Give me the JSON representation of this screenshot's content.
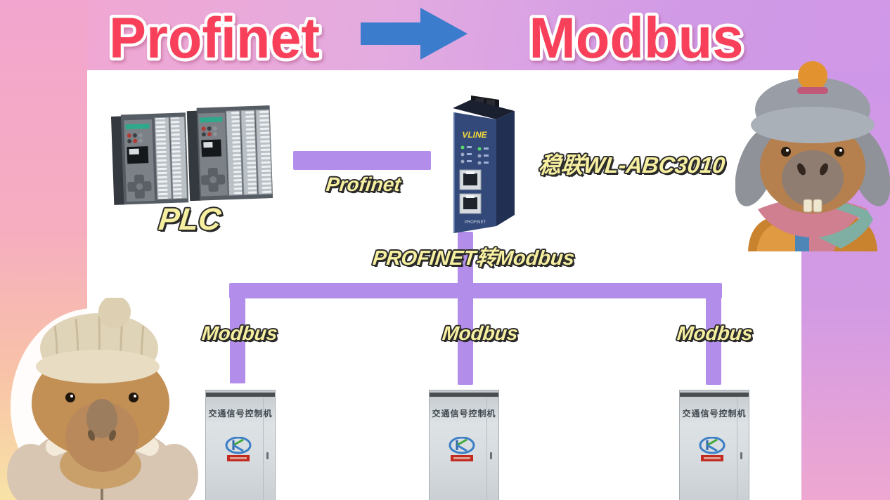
{
  "header": {
    "source_label": "Profinet",
    "target_label": "Modbus",
    "arrow_icon": "right-arrow"
  },
  "labels": {
    "plc": "PLC",
    "profinet_link": "Profinet",
    "gateway_model": "稳联WL-ABC3010",
    "gateway_function": "PROFINET转Modbus",
    "modbus_links": [
      "Modbus",
      "Modbus",
      "Modbus"
    ]
  },
  "gateway": {
    "brand": "VLINE",
    "port_text": "PROFINET"
  },
  "controllers": [
    {
      "label": "交通信号控制机"
    },
    {
      "label": "交通信号控制机"
    },
    {
      "label": "交通信号控制机"
    }
  ],
  "mascots": {
    "top_right": "capybara-winter-hat",
    "bottom_left": "capybara-beanie"
  },
  "colors": {
    "title_red": "#f8405a",
    "arrow_blue": "#3c7ccc",
    "connector_purple": "#b28eea",
    "label_yellow": "#f6efa0",
    "gateway_navy": "#33497a",
    "background_pink": "#f4a6ce",
    "background_purple": "#cf97e8",
    "background_cream": "#f8e3a6",
    "panel_white": "#ffffff"
  }
}
